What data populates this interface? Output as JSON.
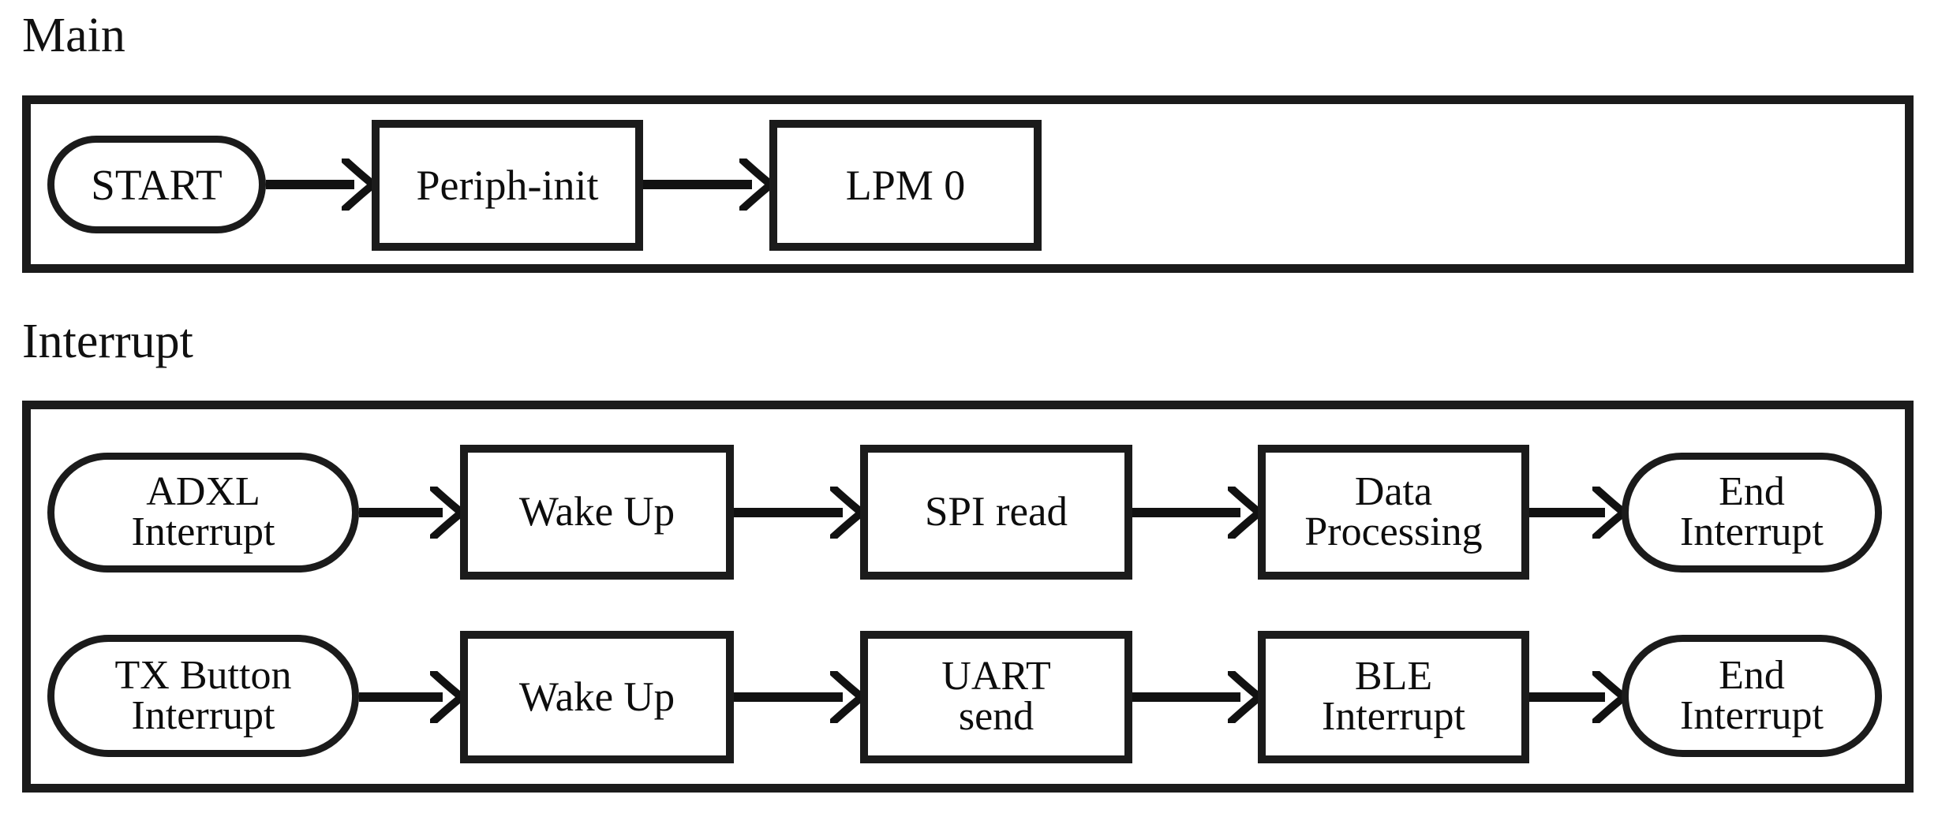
{
  "diagram": {
    "title_main": "Main",
    "title_interrupt": "Interrupt",
    "stroke_color": "#1b1b1b",
    "fill_color": "#ffffff",
    "text_color": "#0d0d0d"
  },
  "main_section": {
    "label": "Main",
    "nodes": [
      {
        "id": "start",
        "shape": "terminal",
        "line1": "START",
        "line2": ""
      },
      {
        "id": "periph-init",
        "shape": "process",
        "line1": "Periph-init",
        "line2": ""
      },
      {
        "id": "lpm0",
        "shape": "process",
        "line1": "LPM 0",
        "line2": ""
      }
    ],
    "edges": [
      {
        "from": "start",
        "to": "periph-init"
      },
      {
        "from": "periph-init",
        "to": "lpm0"
      }
    ]
  },
  "interrupt_section": {
    "label": "Interrupt",
    "rows": [
      {
        "id": "adxl-row",
        "nodes": [
          {
            "id": "adxl-interrupt",
            "shape": "terminal",
            "line1": "ADXL",
            "line2": "Interrupt"
          },
          {
            "id": "wake-up-1",
            "shape": "process",
            "line1": "Wake Up",
            "line2": ""
          },
          {
            "id": "spi-read",
            "shape": "process",
            "line1": "SPI read",
            "line2": ""
          },
          {
            "id": "data-processing",
            "shape": "process",
            "line1": "Data",
            "line2": "Processing"
          },
          {
            "id": "end-interrupt-1",
            "shape": "terminal",
            "line1": "End",
            "line2": "Interrupt"
          }
        ],
        "edges": [
          {
            "from": "adxl-interrupt",
            "to": "wake-up-1"
          },
          {
            "from": "wake-up-1",
            "to": "spi-read"
          },
          {
            "from": "spi-read",
            "to": "data-processing"
          },
          {
            "from": "data-processing",
            "to": "end-interrupt-1"
          }
        ]
      },
      {
        "id": "tx-row",
        "nodes": [
          {
            "id": "tx-button-interrupt",
            "shape": "terminal",
            "line1": "TX Button",
            "line2": "Interrupt"
          },
          {
            "id": "wake-up-2",
            "shape": "process",
            "line1": "Wake Up",
            "line2": ""
          },
          {
            "id": "uart-send",
            "shape": "process",
            "line1": "UART",
            "line2": "send"
          },
          {
            "id": "ble-interrupt",
            "shape": "process",
            "line1": "BLE",
            "line2": "Interrupt"
          },
          {
            "id": "end-interrupt-2",
            "shape": "terminal",
            "line1": "End",
            "line2": "Interrupt"
          }
        ],
        "edges": [
          {
            "from": "tx-button-interrupt",
            "to": "wake-up-2"
          },
          {
            "from": "wake-up-2",
            "to": "uart-send"
          },
          {
            "from": "uart-send",
            "to": "ble-interrupt"
          },
          {
            "from": "ble-interrupt",
            "to": "end-interrupt-2"
          }
        ]
      }
    ]
  }
}
